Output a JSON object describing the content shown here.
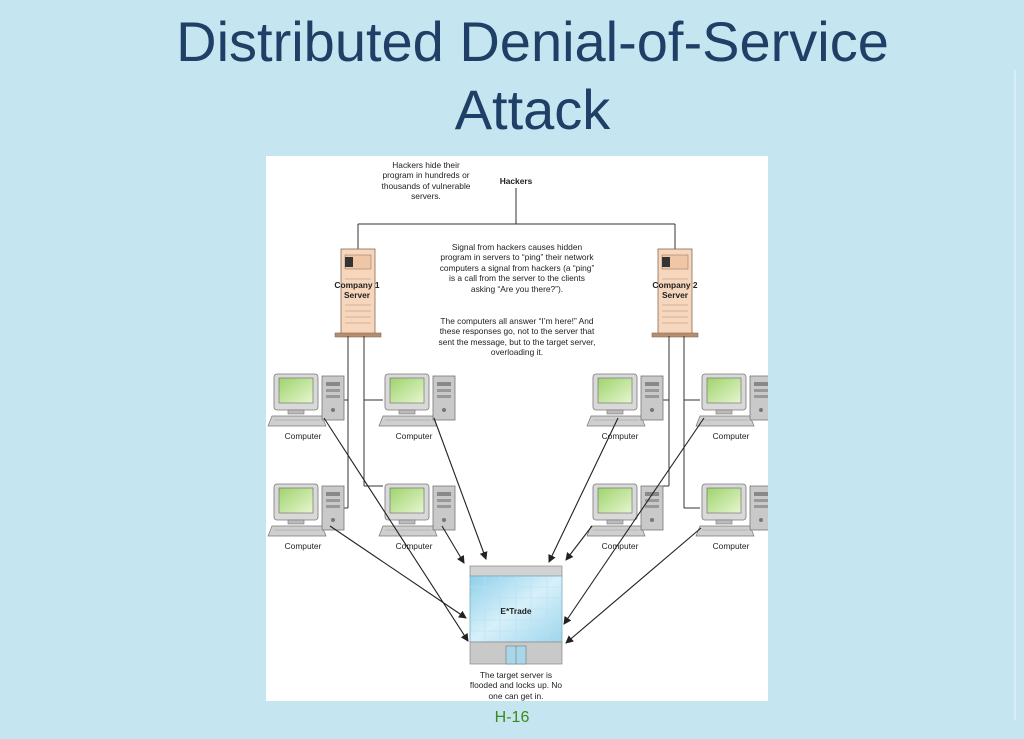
{
  "slide": {
    "title": "Distributed Denial-of-Service Attack",
    "page_number": "H-16"
  },
  "diagram": {
    "hackers_label": "Hackers",
    "hide_note": "Hackers hide their program in hundreds or thousands of vulnerable servers.",
    "signal_note": "Signal from hackers causes hidden program in servers to “ping” their network computers a signal from hackers (a “ping” is a call from the server to the clients asking “Are you there?”).",
    "answer_note": "The computers all answer “I’m here!” And these responses go, not to the server that sent the message, but to the target server, overloading it.",
    "server1_label": "Company 1 Server",
    "server2_label": "Company 2 Server",
    "computer_label": "Computer",
    "target_label": "E*Trade",
    "target_note": "The target server is flooded and locks up. No one can get in."
  }
}
